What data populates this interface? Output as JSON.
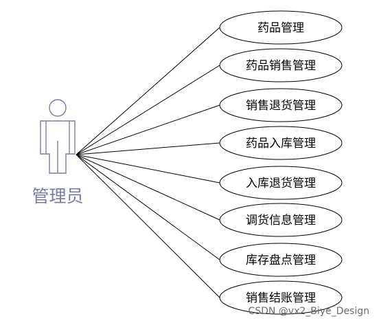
{
  "actor": {
    "label": "管理员"
  },
  "use_cases": [
    "药品管理",
    "药品销售管理",
    "销售退货管理",
    "药品入库管理",
    "入库退货管理",
    "调货信息管理",
    "库存盘点管理",
    "销售结账管理"
  ],
  "watermark": "CSDN @vx2_Biye_Design"
}
